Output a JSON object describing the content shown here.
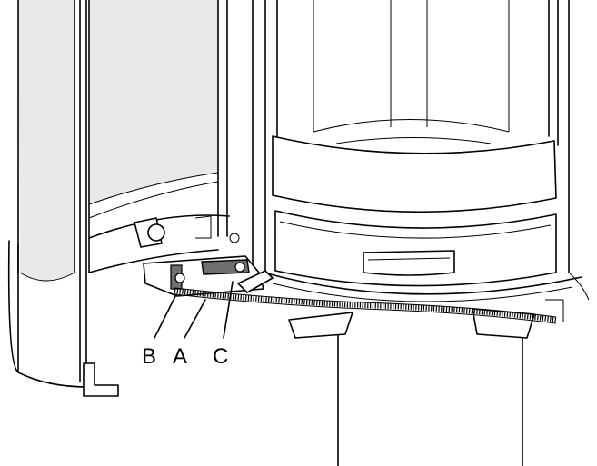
{
  "labels": {
    "b": "B",
    "a": "A",
    "c": "C"
  },
  "colors": {
    "line": "#000000",
    "glass": "#e9e9e9",
    "part": "#6f6f6f",
    "background": "#ffffff"
  }
}
